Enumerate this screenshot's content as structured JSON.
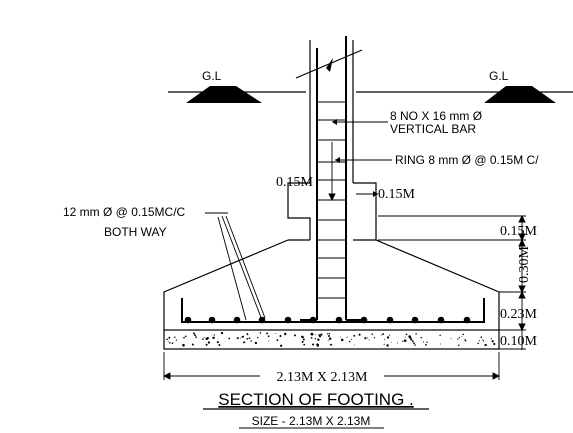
{
  "labels": {
    "gl_left": "G.L",
    "gl_right": "G.L",
    "vertical_bar_line1": "8 NO X 16 mm Ø",
    "vertical_bar_line2": "VERTICAL BAR",
    "ring": "RING 8 mm Ø @ 0.15M C/",
    "col_offset_left": "0.15M",
    "col_offset_right": "0.15M",
    "mesh_line1": "12 mm Ø @ 0.15MC/C",
    "mesh_line2": "BOTH WAY",
    "dim_015": "0.15M",
    "dim_030": "0.30M",
    "dim_023": "0.23M",
    "dim_010": "0.10M",
    "dim_width": "2.13M X 2.13M",
    "title": "SECTION OF FOOTING .",
    "subtitle": "SIZE - 2.13M X 2.13M"
  }
}
